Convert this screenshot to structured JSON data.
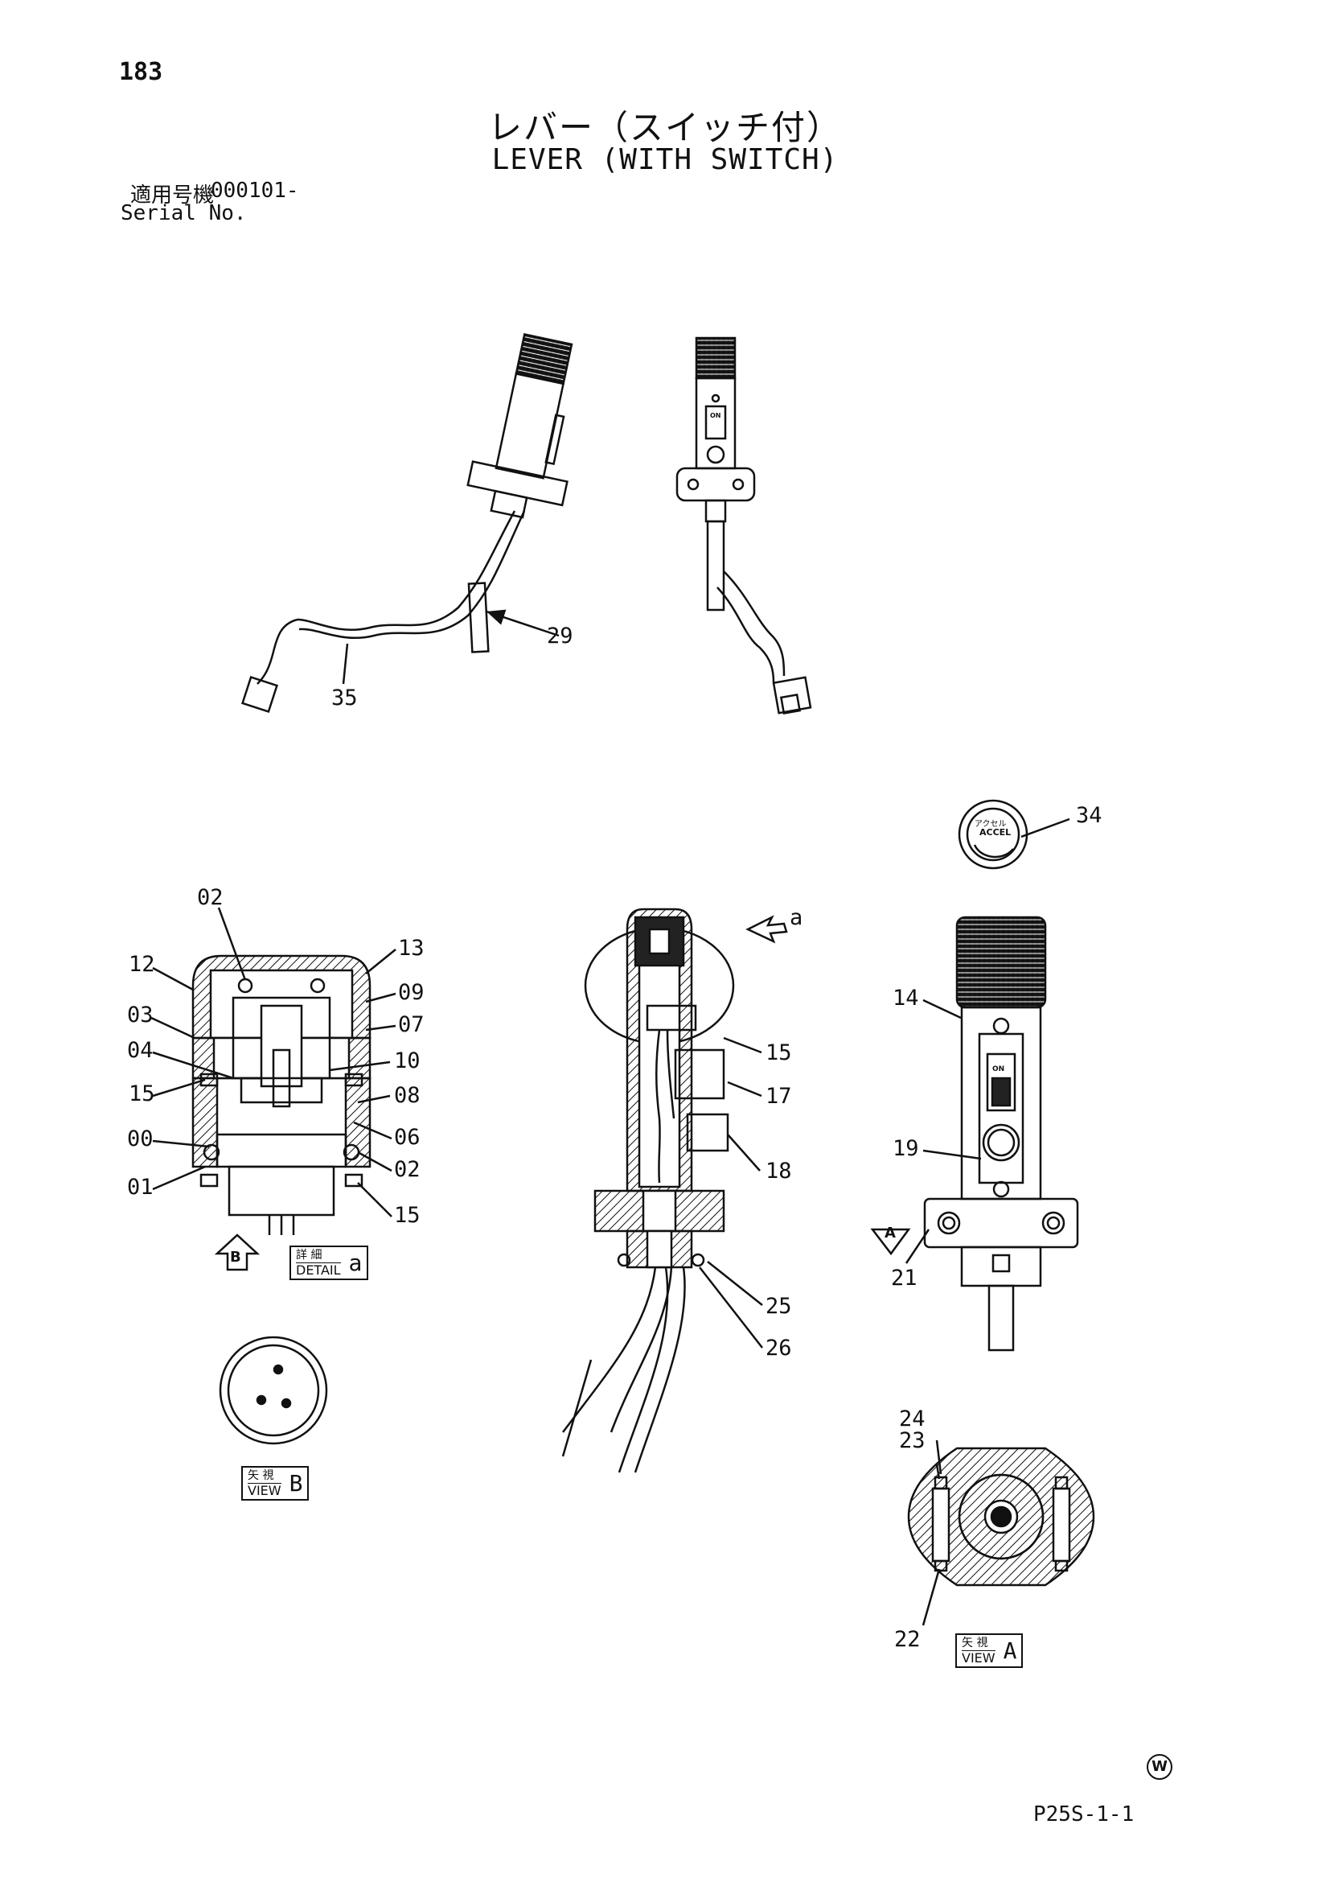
{
  "header": {
    "page_number": "183",
    "title_jp": "レバー（スイッチ付）",
    "title_en": "LEVER (WITH SWITCH)",
    "serial_label_jp": "適用号機",
    "serial_value": "000101-",
    "serial_label_en": "Serial No."
  },
  "callouts": {
    "c29": "29",
    "c35": "35",
    "c34": "34",
    "d02a": "02",
    "d12": "12",
    "d13": "13",
    "d09": "09",
    "d03": "03",
    "d07": "07",
    "d04": "04",
    "d10": "10",
    "d15a": "15",
    "d08": "08",
    "d00": "00",
    "d06": "06",
    "d01": "01",
    "d02b": "02",
    "d15b": "15",
    "s15": "15",
    "s17": "17",
    "s18": "18",
    "s25": "25",
    "s26": "26",
    "sa": "a",
    "v14": "14",
    "v19": "19",
    "v21": "21",
    "v24": "24",
    "v23": "23",
    "v22": "22"
  },
  "labels": {
    "detail_jp": "詳 細",
    "detail_en": "DETAIL",
    "detail_letter": "a",
    "view_b_jp": "矢 視",
    "view_b_en": "VIEW",
    "view_b_letter": "B",
    "view_a_jp": "矢 視",
    "view_a_en": "VIEW",
    "view_a_letter": "A",
    "arrow_b": "B",
    "arrow_a": "A",
    "switch_on": "ON",
    "switch_on2": "ON",
    "accel_jp": "アクセル",
    "accel_en": "ACCEL"
  },
  "footer": {
    "w_mark": "W",
    "figure_code": "P25S-1-1"
  }
}
